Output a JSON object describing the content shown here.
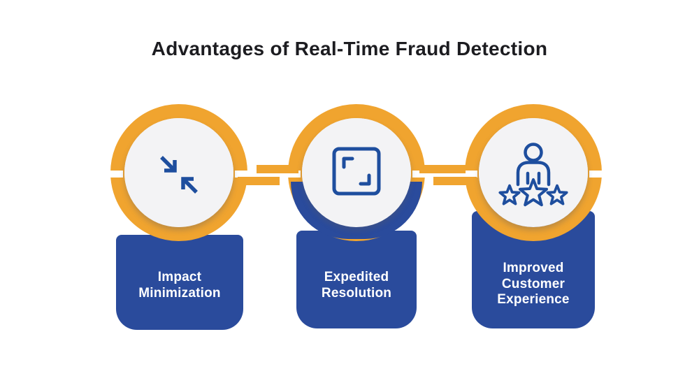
{
  "header": {
    "title": "Advantages of Real-Time Fraud Detection"
  },
  "colors": {
    "orange": "#F0A42F",
    "blue": "#2A4B9C",
    "icon": "#1E4E9E",
    "title": "#1C1C20",
    "label": "#FFFFFF",
    "circle": "#F3F3F5",
    "bg": "#FFFFFF"
  },
  "cards": [
    {
      "label": "Impact\nMinimization",
      "icon": "compress-arrows-icon"
    },
    {
      "label": "Expedited\nResolution",
      "icon": "expand-square-icon"
    },
    {
      "label": "Improved\nCustomer\nExperience",
      "icon": "customer-satisfaction-icon"
    }
  ]
}
